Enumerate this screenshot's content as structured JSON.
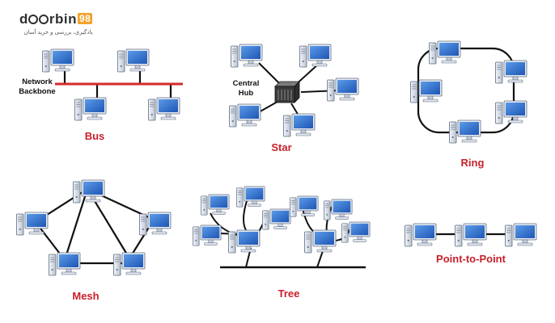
{
  "brand": {
    "name_parts": [
      "d",
      "o",
      "o",
      "rbin"
    ],
    "badge": "98",
    "tagline": "یادگیری، بررسی و خرید آسان"
  },
  "topologies": {
    "bus": {
      "title": "Bus",
      "backbone_label": [
        "Network",
        "Backbone"
      ]
    },
    "star": {
      "title": "Star",
      "hub_label": [
        "Central",
        "Hub"
      ]
    },
    "ring": {
      "title": "Ring"
    },
    "mesh": {
      "title": "Mesh"
    },
    "tree": {
      "title": "Tree"
    },
    "p2p": {
      "title": "Point-to-Point"
    }
  },
  "icons": {
    "node": "computer-icon",
    "hub": "hub-icon"
  },
  "colors": {
    "bus_line": "#d42a2a",
    "link": "#111111",
    "title": "#c8202a",
    "monitor_screen": "#2f6fd0",
    "brand_accent": "#f2a22c"
  }
}
